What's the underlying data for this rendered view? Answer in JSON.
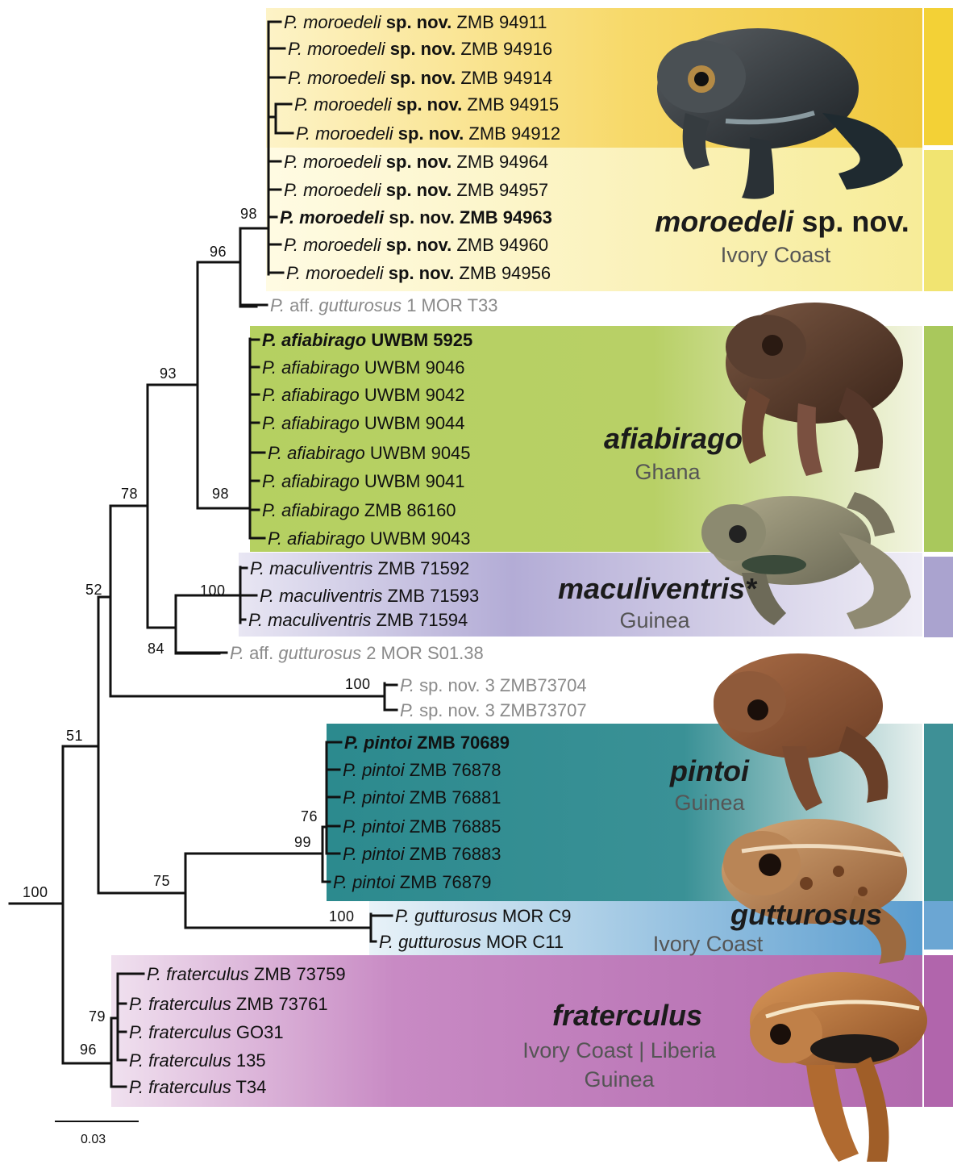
{
  "clades": [
    {
      "id": "moroedeli",
      "name": "moroedeli",
      "suffix": " sp. nov.",
      "region_lines": [
        "Ivory Coast"
      ],
      "color": "#efd04a",
      "bar": "#f3d136",
      "bar2": "#f1e471"
    },
    {
      "id": "afiabirago",
      "name": "afiabirago",
      "suffix": "",
      "region_lines": [
        "Ghana"
      ],
      "color": "#a8c75a",
      "bar": "#a9c85c"
    },
    {
      "id": "maculiventris",
      "name": "maculiventris*",
      "suffix": "",
      "region_lines": [
        "Guinea"
      ],
      "color": "#a7a0cc",
      "bar": "#aaa3cf"
    },
    {
      "id": "pintoi",
      "name": "pintoi",
      "suffix": "",
      "region_lines": [
        "Guinea"
      ],
      "color": "#3f8f96",
      "bar": "#3e9096"
    },
    {
      "id": "gutturosus",
      "name": "gutturosus",
      "suffix": "",
      "region_lines": [
        "Ivory Coast"
      ],
      "color": "#6aa6d0",
      "bar": "#6ba6d3"
    },
    {
      "id": "fraterculus",
      "name": "fraterculus",
      "suffix": "",
      "region_lines": [
        "Ivory Coast | Liberia",
        "Guinea"
      ],
      "color": "#b266ad",
      "bar": "#b165ac"
    }
  ],
  "tips": [
    {
      "genus": "P.",
      "species": "moroedeli",
      "extra": "sp. nov.",
      "voucher": "ZMB 94911",
      "style": "extra-bold"
    },
    {
      "genus": "P.",
      "species": "moroedeli",
      "extra": "sp. nov.",
      "voucher": "ZMB 94916",
      "style": "extra-bold"
    },
    {
      "genus": "P.",
      "species": "moroedeli",
      "extra": "sp. nov.",
      "voucher": "ZMB 94914",
      "style": "extra-bold"
    },
    {
      "genus": "P.",
      "species": "moroedeli",
      "extra": "sp. nov.",
      "voucher": "ZMB 94915",
      "style": "extra-bold"
    },
    {
      "genus": "P.",
      "species": "moroedeli",
      "extra": "sp. nov.",
      "voucher": "ZMB 94912",
      "style": "extra-bold"
    },
    {
      "genus": "P.",
      "species": "moroedeli",
      "extra": "sp. nov.",
      "voucher": "ZMB 94964",
      "style": "extra-bold"
    },
    {
      "genus": "P.",
      "species": "moroedeli",
      "extra": "sp. nov.",
      "voucher": "ZMB 94957",
      "style": "extra-bold"
    },
    {
      "genus": "P.",
      "species": "moroedeli",
      "extra": "sp. nov.",
      "voucher": "ZMB 94963",
      "style": "all-bold"
    },
    {
      "genus": "P.",
      "species": "moroedeli",
      "extra": "sp. nov.",
      "voucher": "ZMB 94960",
      "style": "extra-bold"
    },
    {
      "genus": "P.",
      "species": "moroedeli",
      "extra": "sp. nov.",
      "voucher": "ZMB 94956",
      "style": "extra-bold"
    },
    {
      "genus": "P.",
      "species": "",
      "extra": "aff. gutturosus 1",
      "voucher": "MOR T33",
      "style": "grey-aff"
    },
    {
      "genus": "P.",
      "species": "afiabirago",
      "extra": "",
      "voucher": "UWBM 5925",
      "style": "all-bold"
    },
    {
      "genus": "P.",
      "species": "afiabirago",
      "extra": "",
      "voucher": "UWBM 9046",
      "style": "normal"
    },
    {
      "genus": "P.",
      "species": "afiabirago",
      "extra": "",
      "voucher": "UWBM 9042",
      "style": "normal"
    },
    {
      "genus": "P.",
      "species": "afiabirago",
      "extra": "",
      "voucher": "UWBM 9044",
      "style": "normal"
    },
    {
      "genus": "P.",
      "species": "afiabirago",
      "extra": "",
      "voucher": "UWBM 9045",
      "style": "normal"
    },
    {
      "genus": "P.",
      "species": "afiabirago",
      "extra": "",
      "voucher": "UWBM 9041",
      "style": "normal"
    },
    {
      "genus": "P.",
      "species": "afiabirago",
      "extra": "",
      "voucher": "ZMB 86160",
      "style": "normal"
    },
    {
      "genus": "P.",
      "species": "afiabirago",
      "extra": "",
      "voucher": "UWBM 9043",
      "style": "normal"
    },
    {
      "genus": "P.",
      "species": "maculiventris",
      "extra": "",
      "voucher": "ZMB 71592",
      "style": "normal"
    },
    {
      "genus": "P.",
      "species": "maculiventris",
      "extra": "",
      "voucher": "ZMB 71593",
      "style": "normal"
    },
    {
      "genus": "P.",
      "species": "maculiventris",
      "extra": "",
      "voucher": "ZMB 71594",
      "style": "normal"
    },
    {
      "genus": "P.",
      "species": "",
      "extra": "aff. gutturosus 2",
      "voucher": "MOR S01.38",
      "style": "grey-aff"
    },
    {
      "genus": "P.",
      "species": "",
      "extra": "sp. nov. 3",
      "voucher": "ZMB73704",
      "style": "grey-plain"
    },
    {
      "genus": "P.",
      "species": "",
      "extra": "sp. nov. 3",
      "voucher": "ZMB73707",
      "style": "grey-plain"
    },
    {
      "genus": "P.",
      "species": "pintoi",
      "extra": "",
      "voucher": "ZMB 70689",
      "style": "all-bold"
    },
    {
      "genus": "P.",
      "species": "pintoi",
      "extra": "",
      "voucher": "ZMB 76878",
      "style": "normal"
    },
    {
      "genus": "P.",
      "species": "pintoi",
      "extra": "",
      "voucher": "ZMB 76881",
      "style": "normal"
    },
    {
      "genus": "P.",
      "species": "pintoi",
      "extra": "",
      "voucher": "ZMB 76885",
      "style": "normal"
    },
    {
      "genus": "P.",
      "species": "pintoi",
      "extra": "",
      "voucher": "ZMB 76883",
      "style": "normal"
    },
    {
      "genus": "P.",
      "species": "pintoi",
      "extra": "",
      "voucher": "ZMB 76879",
      "style": "normal"
    },
    {
      "genus": "P.",
      "species": "gutturosus",
      "extra": "",
      "voucher": "MOR C9",
      "style": "normal"
    },
    {
      "genus": "P.",
      "species": "gutturosus",
      "extra": "",
      "voucher": "MOR C11",
      "style": "normal"
    },
    {
      "genus": "P.",
      "species": "fraterculus",
      "extra": "",
      "voucher": "ZMB 73759",
      "style": "normal"
    },
    {
      "genus": "P.",
      "species": "fraterculus",
      "extra": "",
      "voucher": "ZMB 73761",
      "style": "normal"
    },
    {
      "genus": "P.",
      "species": "fraterculus",
      "extra": "",
      "voucher": "GO31",
      "style": "normal"
    },
    {
      "genus": "P.",
      "species": "fraterculus",
      "extra": "",
      "voucher": "135",
      "style": "normal"
    },
    {
      "genus": "P.",
      "species": "fraterculus",
      "extra": "",
      "voucher": "T34",
      "style": "normal"
    }
  ],
  "support_values": [
    "98",
    "96",
    "93",
    "98",
    "78",
    "100",
    "84",
    "52",
    "100",
    "51",
    "76",
    "99",
    "75",
    "100",
    "100",
    "79",
    "96"
  ],
  "scale_bar": {
    "label": "0.03"
  },
  "photos": [
    "frog-photo-moroedeli",
    "frog-photo-afiabirago",
    "frog-photo-maculiventris",
    "frog-photo-pintoi",
    "frog-photo-gutturosus",
    "frog-photo-fraterculus"
  ]
}
